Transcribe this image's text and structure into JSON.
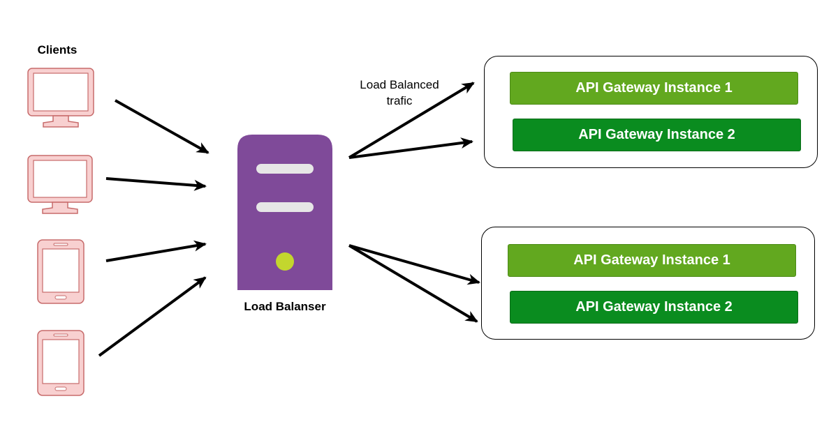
{
  "clients": {
    "title": "Clients",
    "devices": [
      {
        "kind": "monitor",
        "icon": "monitor-icon"
      },
      {
        "kind": "monitor",
        "icon": "monitor-icon"
      },
      {
        "kind": "phone",
        "icon": "smartphone-icon"
      },
      {
        "kind": "phone",
        "icon": "smartphone-icon"
      }
    ]
  },
  "load_balancer": {
    "label": "Load Balanser",
    "icon": "server-icon"
  },
  "traffic_label": {
    "line1": "Load Balanced",
    "line2": "trafic"
  },
  "groups": [
    {
      "instances": [
        {
          "label": "API Gateway Instance 1"
        },
        {
          "label": "API Gateway Instance 2"
        }
      ]
    },
    {
      "instances": [
        {
          "label": "API Gateway Instance 1"
        },
        {
          "label": "API Gateway Instance 2"
        }
      ]
    }
  ],
  "colors": {
    "device_fill": "#f8d0d0",
    "device_stroke": "#c76b6b",
    "server_fill": "#7f4a99",
    "server_slot": "#e6e6e6",
    "server_led": "#c3d62e",
    "instance_1": "#62a81f",
    "instance_2": "#0a8c1f",
    "arrow": "#000000"
  }
}
